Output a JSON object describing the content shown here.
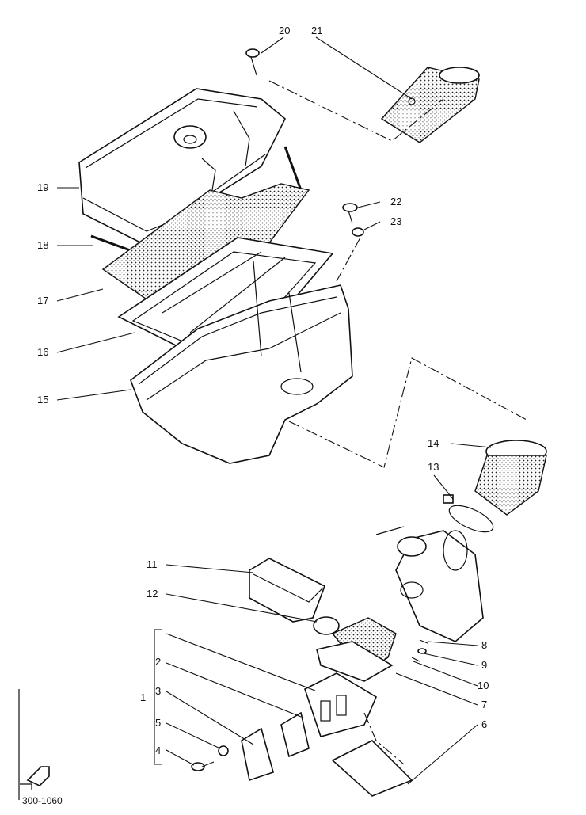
{
  "diagram": {
    "callouts": [
      "1",
      "2",
      "3",
      "4",
      "5",
      "6",
      "7",
      "8",
      "9",
      "10",
      "11",
      "12",
      "13",
      "14",
      "15",
      "16",
      "17",
      "18",
      "19",
      "20",
      "21",
      "22",
      "23"
    ],
    "drawing_code": "300-1060"
  }
}
